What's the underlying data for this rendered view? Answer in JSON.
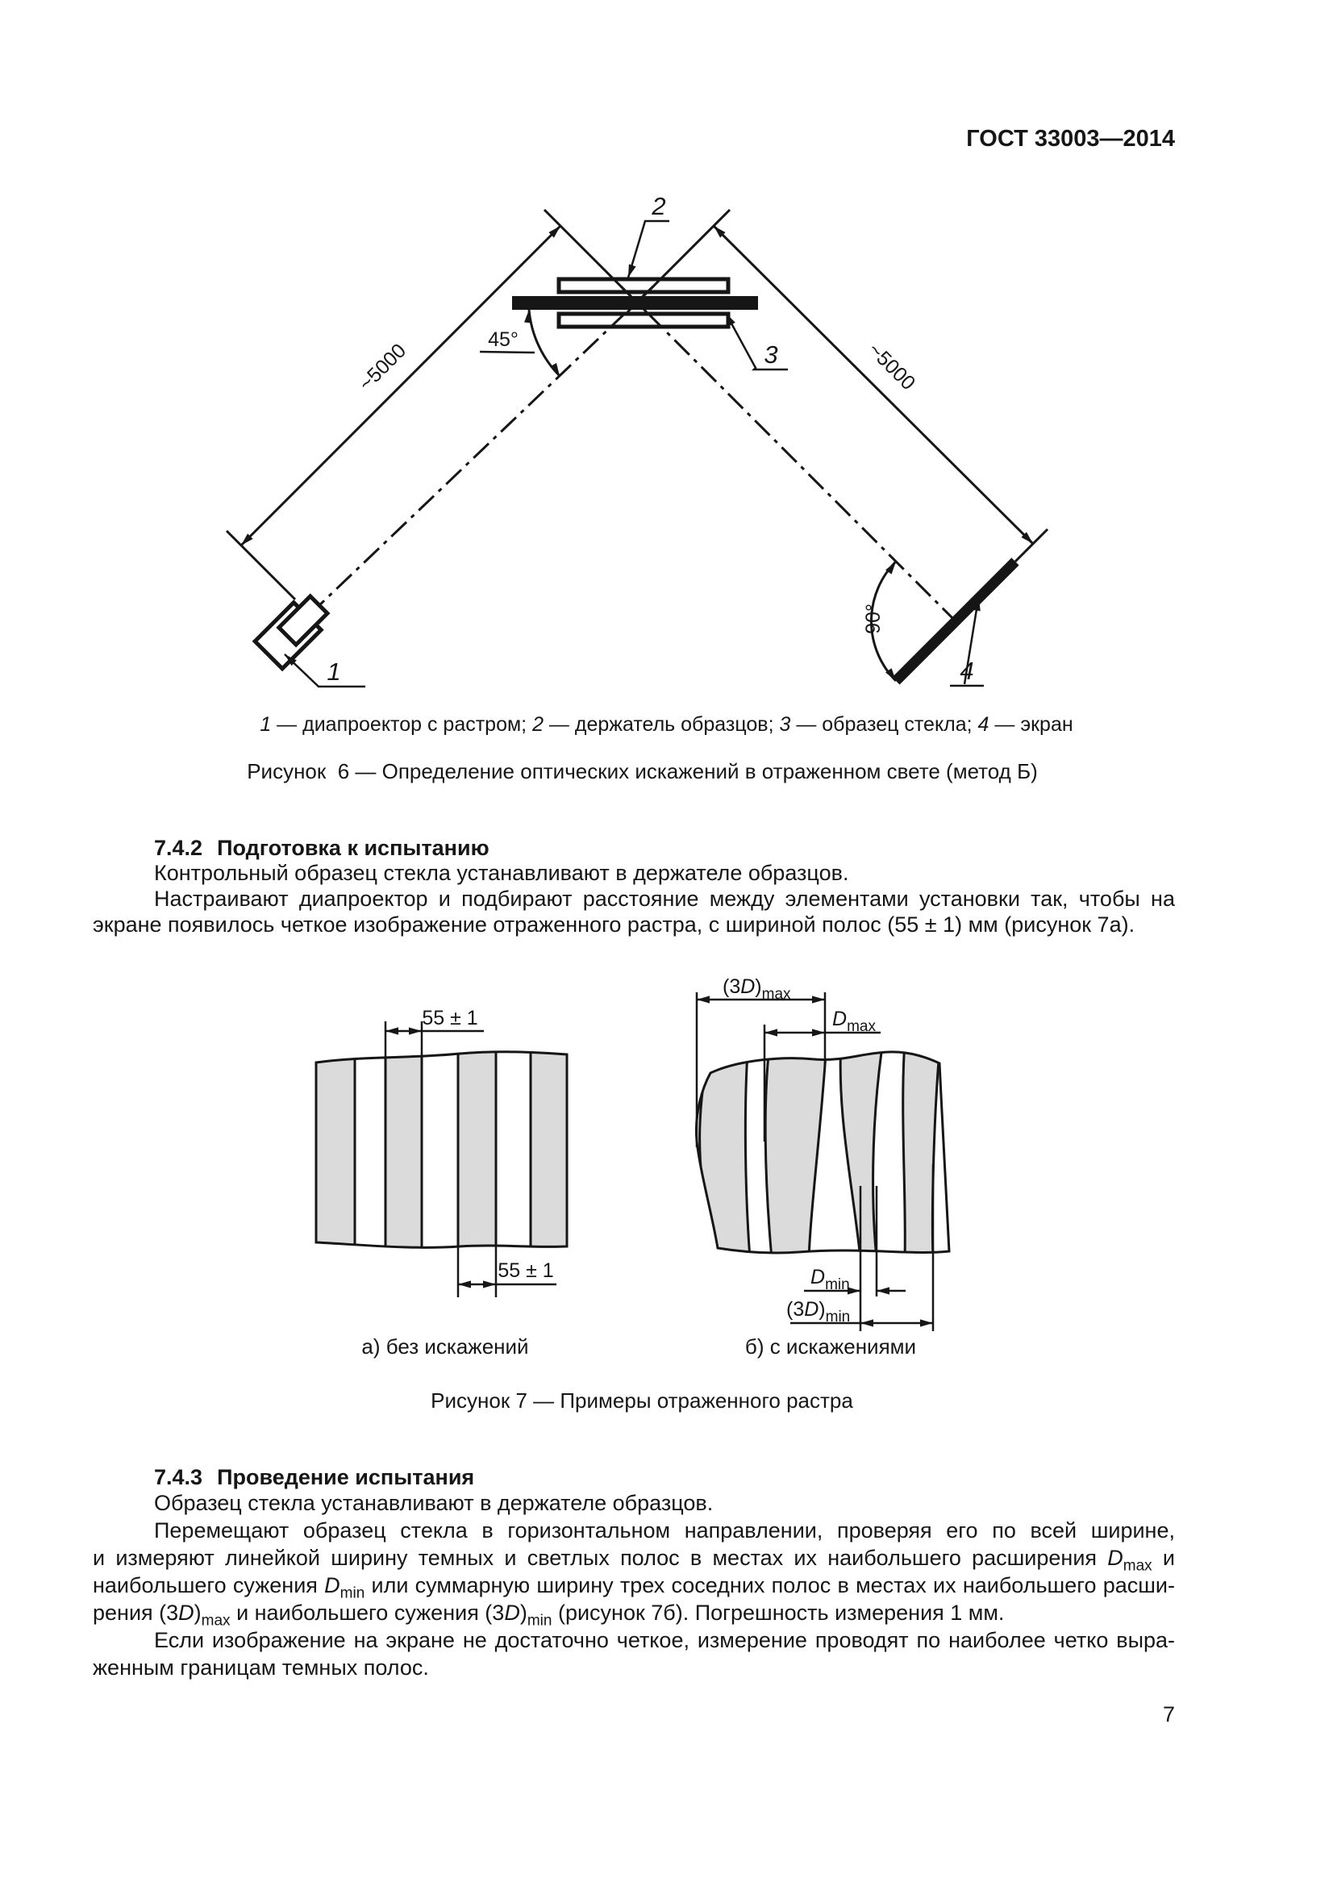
{
  "page": {
    "standard": "ГОСТ 33003—2014",
    "number": "7"
  },
  "figure6": {
    "labels": {
      "n1": "1",
      "n2": "2",
      "n3": "3",
      "n4": "4",
      "angle_sample": "45°",
      "angle_screen": "90°",
      "dist_left": "~5000",
      "dist_right": "~5000"
    },
    "legend": "~1~ — диапроектор с растром; ~2~ — держатель образцов; ~3~ — образец стекла; ~4~ — экран",
    "caption": "Рисунок  6 — Определение оптических искажений в отраженном свете (метод Б)"
  },
  "section_742": {
    "number": "7.4.2",
    "title": "Подготовка к испытанию",
    "lines": [
      {
        "t": "Контрольный образец стекла устанавливают в держателе образцов.",
        "indent": true,
        "just": false
      },
      {
        "t": "Настраивают диапроектор и подбирают расстояние между элементами установки так, чтобы на",
        "indent": true,
        "just": true
      },
      {
        "t": "экране появилось четкое изображение отраженного растра, с шириной полос (55 ± 1) мм (рисунок 7а).",
        "indent": false,
        "just": false
      }
    ]
  },
  "figure7": {
    "a": {
      "dim_top": "55 ± 1",
      "dim_bottom": "55 ± 1",
      "caption": "а) без искажений"
    },
    "b": {
      "d3max": {
        "open": "(3",
        "d": "D",
        "close": ")",
        "sub": "max"
      },
      "dmax": {
        "d": "D",
        "sub": "max"
      },
      "dmin": {
        "d": "D",
        "sub": "min"
      },
      "d3min": {
        "open": "(3",
        "d": "D",
        "close": ")",
        "sub": "min"
      },
      "caption": "б) с искажениями"
    },
    "caption": "Рисунок 7 — Примеры отраженного растра"
  },
  "section_743": {
    "number": "7.4.3",
    "title": "Проведение испытания",
    "lines": [
      {
        "t": "Образец стекла устанавливают в держателе образцов.",
        "indent": true,
        "just": false
      },
      {
        "t": "Перемещают образец стекла в горизонтальном направлении, проверяя его по всей ширине,",
        "indent": true,
        "just": true
      },
      {
        "t": "и измеряют линейкой ширину темных и светлых полос в местах их наибольшего расширения ~D~{max} и",
        "indent": false,
        "just": true
      },
      {
        "t": "наибольшего сужения ~D~{min} или суммарную ширину трех соседних полос в местах их наибольшего расши-",
        "indent": false,
        "just": true
      },
      {
        "t": "рения (3~D~){max} и наибольшего сужения (3~D~){min} (рисунок 7б). Погрешность измерения 1 мм.",
        "indent": false,
        "just": false
      },
      {
        "t": "Если изображение на экране не достаточно четкое, измерение проводят по наиболее четко выра-",
        "indent": true,
        "just": true
      },
      {
        "t": "женным границам темных полос.",
        "indent": false,
        "just": false
      }
    ]
  }
}
